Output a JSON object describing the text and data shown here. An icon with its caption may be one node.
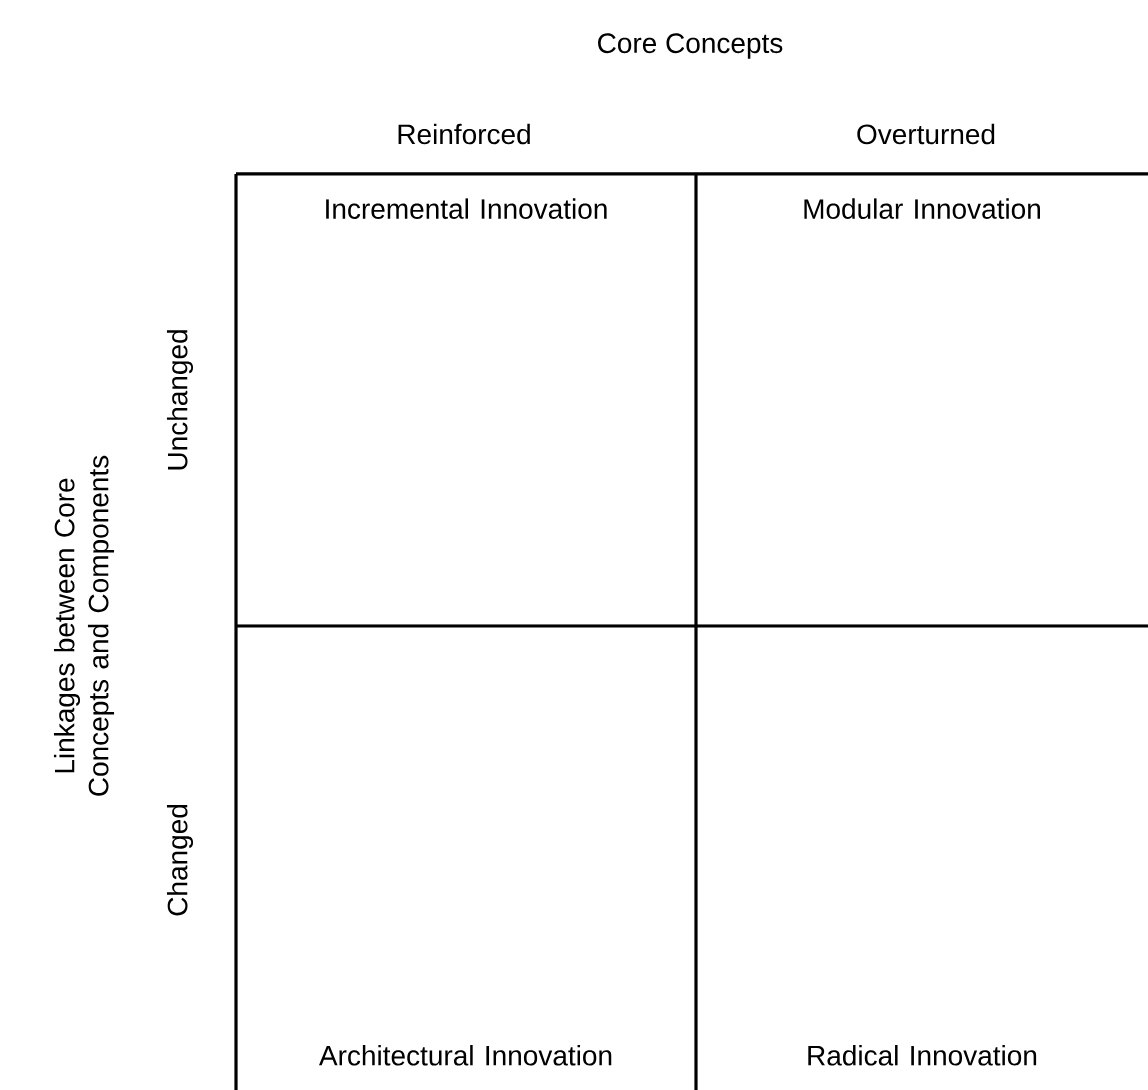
{
  "diagram": {
    "title": "Core Concepts",
    "nodes": [
      {
        "text": [
          "Incremental Innovation"
        ]
      },
      {
        "text": [
          "Modular Innovation"
        ]
      },
      {
        "text": [
          "Architectural Innovation"
        ]
      },
      {
        "text": [
          "Radical Innovation"
        ]
      }
    ],
    "labels": [
      "Reinforced",
      "Overturned",
      "Linkages between Core Concepts and Components",
      "Unchanged",
      "Changed"
    ]
  }
}
